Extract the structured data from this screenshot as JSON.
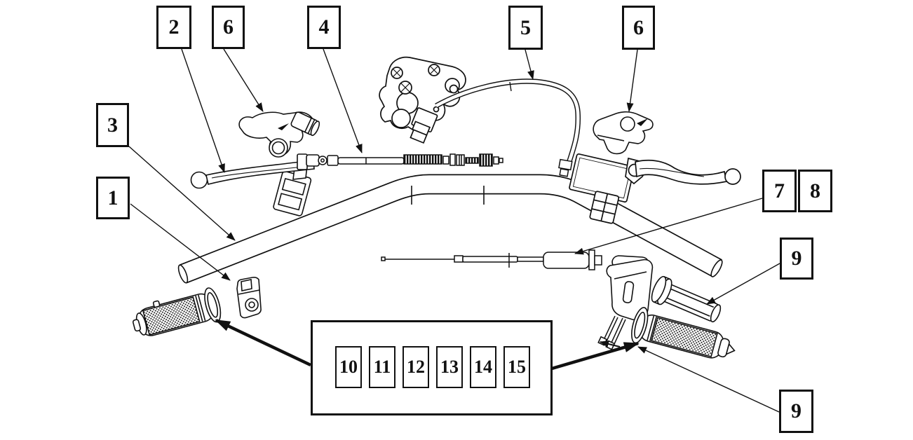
{
  "diagram": {
    "type": "exploded-parts-diagram",
    "subject": "motorcycle handlebar controls assembly",
    "colors": {
      "line": "#111111",
      "background": "#ffffff"
    },
    "callouts": [
      {
        "id": "callout-1",
        "label": "1"
      },
      {
        "id": "callout-2",
        "label": "2"
      },
      {
        "id": "callout-3",
        "label": "3"
      },
      {
        "id": "callout-4",
        "label": "4"
      },
      {
        "id": "callout-5",
        "label": "5"
      },
      {
        "id": "callout-6-left",
        "label": "6"
      },
      {
        "id": "callout-6-right",
        "label": "6"
      },
      {
        "id": "callout-7",
        "label": "7"
      },
      {
        "id": "callout-8",
        "label": "8"
      },
      {
        "id": "callout-9-upper",
        "label": "9"
      },
      {
        "id": "callout-9-lower",
        "label": "9"
      },
      {
        "id": "callout-10",
        "label": "10"
      },
      {
        "id": "callout-11",
        "label": "11"
      },
      {
        "id": "callout-12",
        "label": "12"
      },
      {
        "id": "callout-13",
        "label": "13"
      },
      {
        "id": "callout-14",
        "label": "14"
      },
      {
        "id": "callout-15",
        "label": "15"
      }
    ],
    "parts": [
      "bar-end-clamp",
      "clutch-lever",
      "handlebar",
      "clutch-cable",
      "brake-hose",
      "clutch-perch-clamp",
      "brake-lever-clamp",
      "throttle-cable",
      "throttle-cable-adjuster",
      "throttle-tube",
      "right-grip",
      "left-grip",
      "front-brake-master-cylinder",
      "brake-lever",
      "throttle-housing",
      "hardware-group-box"
    ]
  }
}
